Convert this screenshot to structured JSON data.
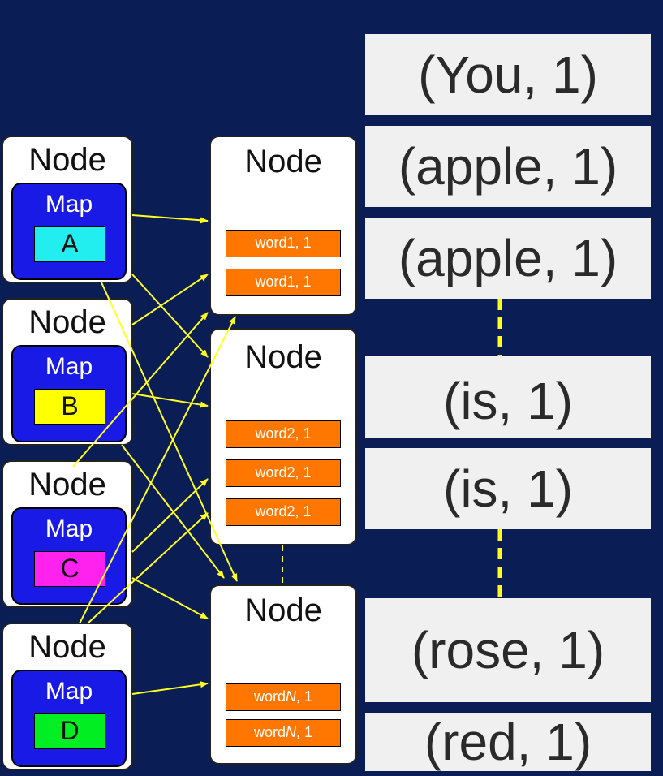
{
  "node_label": "Node",
  "map_label": "Map",
  "maps": [
    {
      "letter": "A",
      "color": "#22eef0"
    },
    {
      "letter": "B",
      "color": "#ffff00"
    },
    {
      "letter": "C",
      "color": "#ff22ee"
    },
    {
      "letter": "D",
      "color": "#00ee22"
    }
  ],
  "reduce_nodes": [
    {
      "items": [
        "word1, 1",
        "word1, 1"
      ]
    },
    {
      "items": [
        "word2, 1",
        "word2, 1",
        "word2, 1"
      ]
    },
    {
      "items_prefix": "word",
      "items_var": "N",
      "items_suffix": ", 1",
      "count": 2
    }
  ],
  "pairs": [
    "(You, 1)",
    "(apple, 1)",
    "(apple, 1)",
    "(is, 1)",
    "(is, 1)",
    "(rose, 1)",
    "(red, 1)"
  ],
  "colors": {
    "background": "#0b1d55",
    "arrow": "#ffff22",
    "map_box": "#1a1ae6",
    "word_box": "#ff7700",
    "pair_box": "#f0f0f0"
  }
}
